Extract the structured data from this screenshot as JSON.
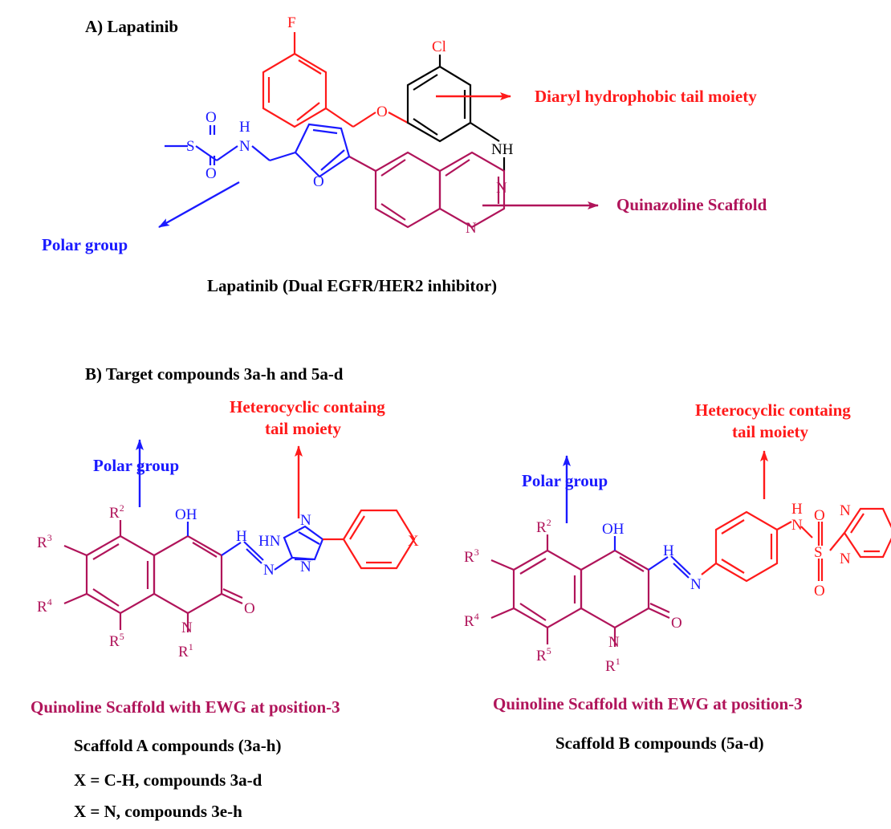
{
  "colors": {
    "black": "#000000",
    "red": "#ff1a1a",
    "blue": "#1a1aff",
    "maroon": "#b0145a"
  },
  "section_a": {
    "heading": "A) Lapatinib",
    "caption": "Lapatinib (Dual EGFR/HER2 inhibitor)",
    "label_tail": "Diaryl hydrophobic tail moiety",
    "label_scaffold": "Quinazoline Scaffold",
    "label_polar": "Polar group",
    "atoms": {
      "f": "F",
      "cl": "Cl",
      "o_ether": "O",
      "nh": "NH",
      "n_q1": "N",
      "n_q2": "N",
      "o_furan": "O",
      "n_amine": "N",
      "h_amine": "H",
      "s": "S",
      "o_s1": "O",
      "o_s2": "O"
    }
  },
  "section_b": {
    "heading": "B) Target compounds 3a-h and 5a-d",
    "scaffold_a": {
      "tail_label_1": "Heterocyclic containg",
      "tail_label_2": "tail moiety",
      "polar_label": "Polar group",
      "scaffold_label": "Quinoline Scaffold with EWG at position-3",
      "compounds_label": "Scaffold A compounds (3a-h)",
      "note_1": "X = C-H, compounds 3a-d",
      "note_2": "X = N, compounds 3e-h",
      "atoms": {
        "oh": "OH",
        "r2": "R",
        "r2_sup": "2",
        "r3": "R",
        "r3_sup": "3",
        "r4": "R",
        "r4_sup": "4",
        "r5": "R",
        "r5_sup": "5",
        "r1": "R",
        "r1_sup": "1",
        "n1": "N",
        "o_carbonyl": "O",
        "ch": "H",
        "n_imine": "N",
        "hn": "HN",
        "n_t1": "N",
        "n_t2": "N",
        "x": "X"
      }
    },
    "scaffold_b": {
      "tail_label_1": "Heterocyclic containg",
      "tail_label_2": "tail moiety",
      "polar_label": "Polar group",
      "scaffold_label": "Quinoline Scaffold with EWG at position-3",
      "compounds_label": "Scaffold B compounds (5a-d)",
      "atoms": {
        "oh": "OH",
        "r2": "R",
        "r2_sup": "2",
        "r3": "R",
        "r3_sup": "3",
        "r4": "R",
        "r4_sup": "4",
        "r5": "R",
        "r5_sup": "5",
        "r1": "R",
        "r1_sup": "1",
        "n1": "N",
        "o_carbonyl": "O",
        "ch": "H",
        "n_imine": "N",
        "nh_h": "H",
        "nh_n": "N",
        "s": "S",
        "o_s1": "O",
        "o_s2": "O",
        "n_p1": "N",
        "n_p2": "N"
      }
    }
  }
}
